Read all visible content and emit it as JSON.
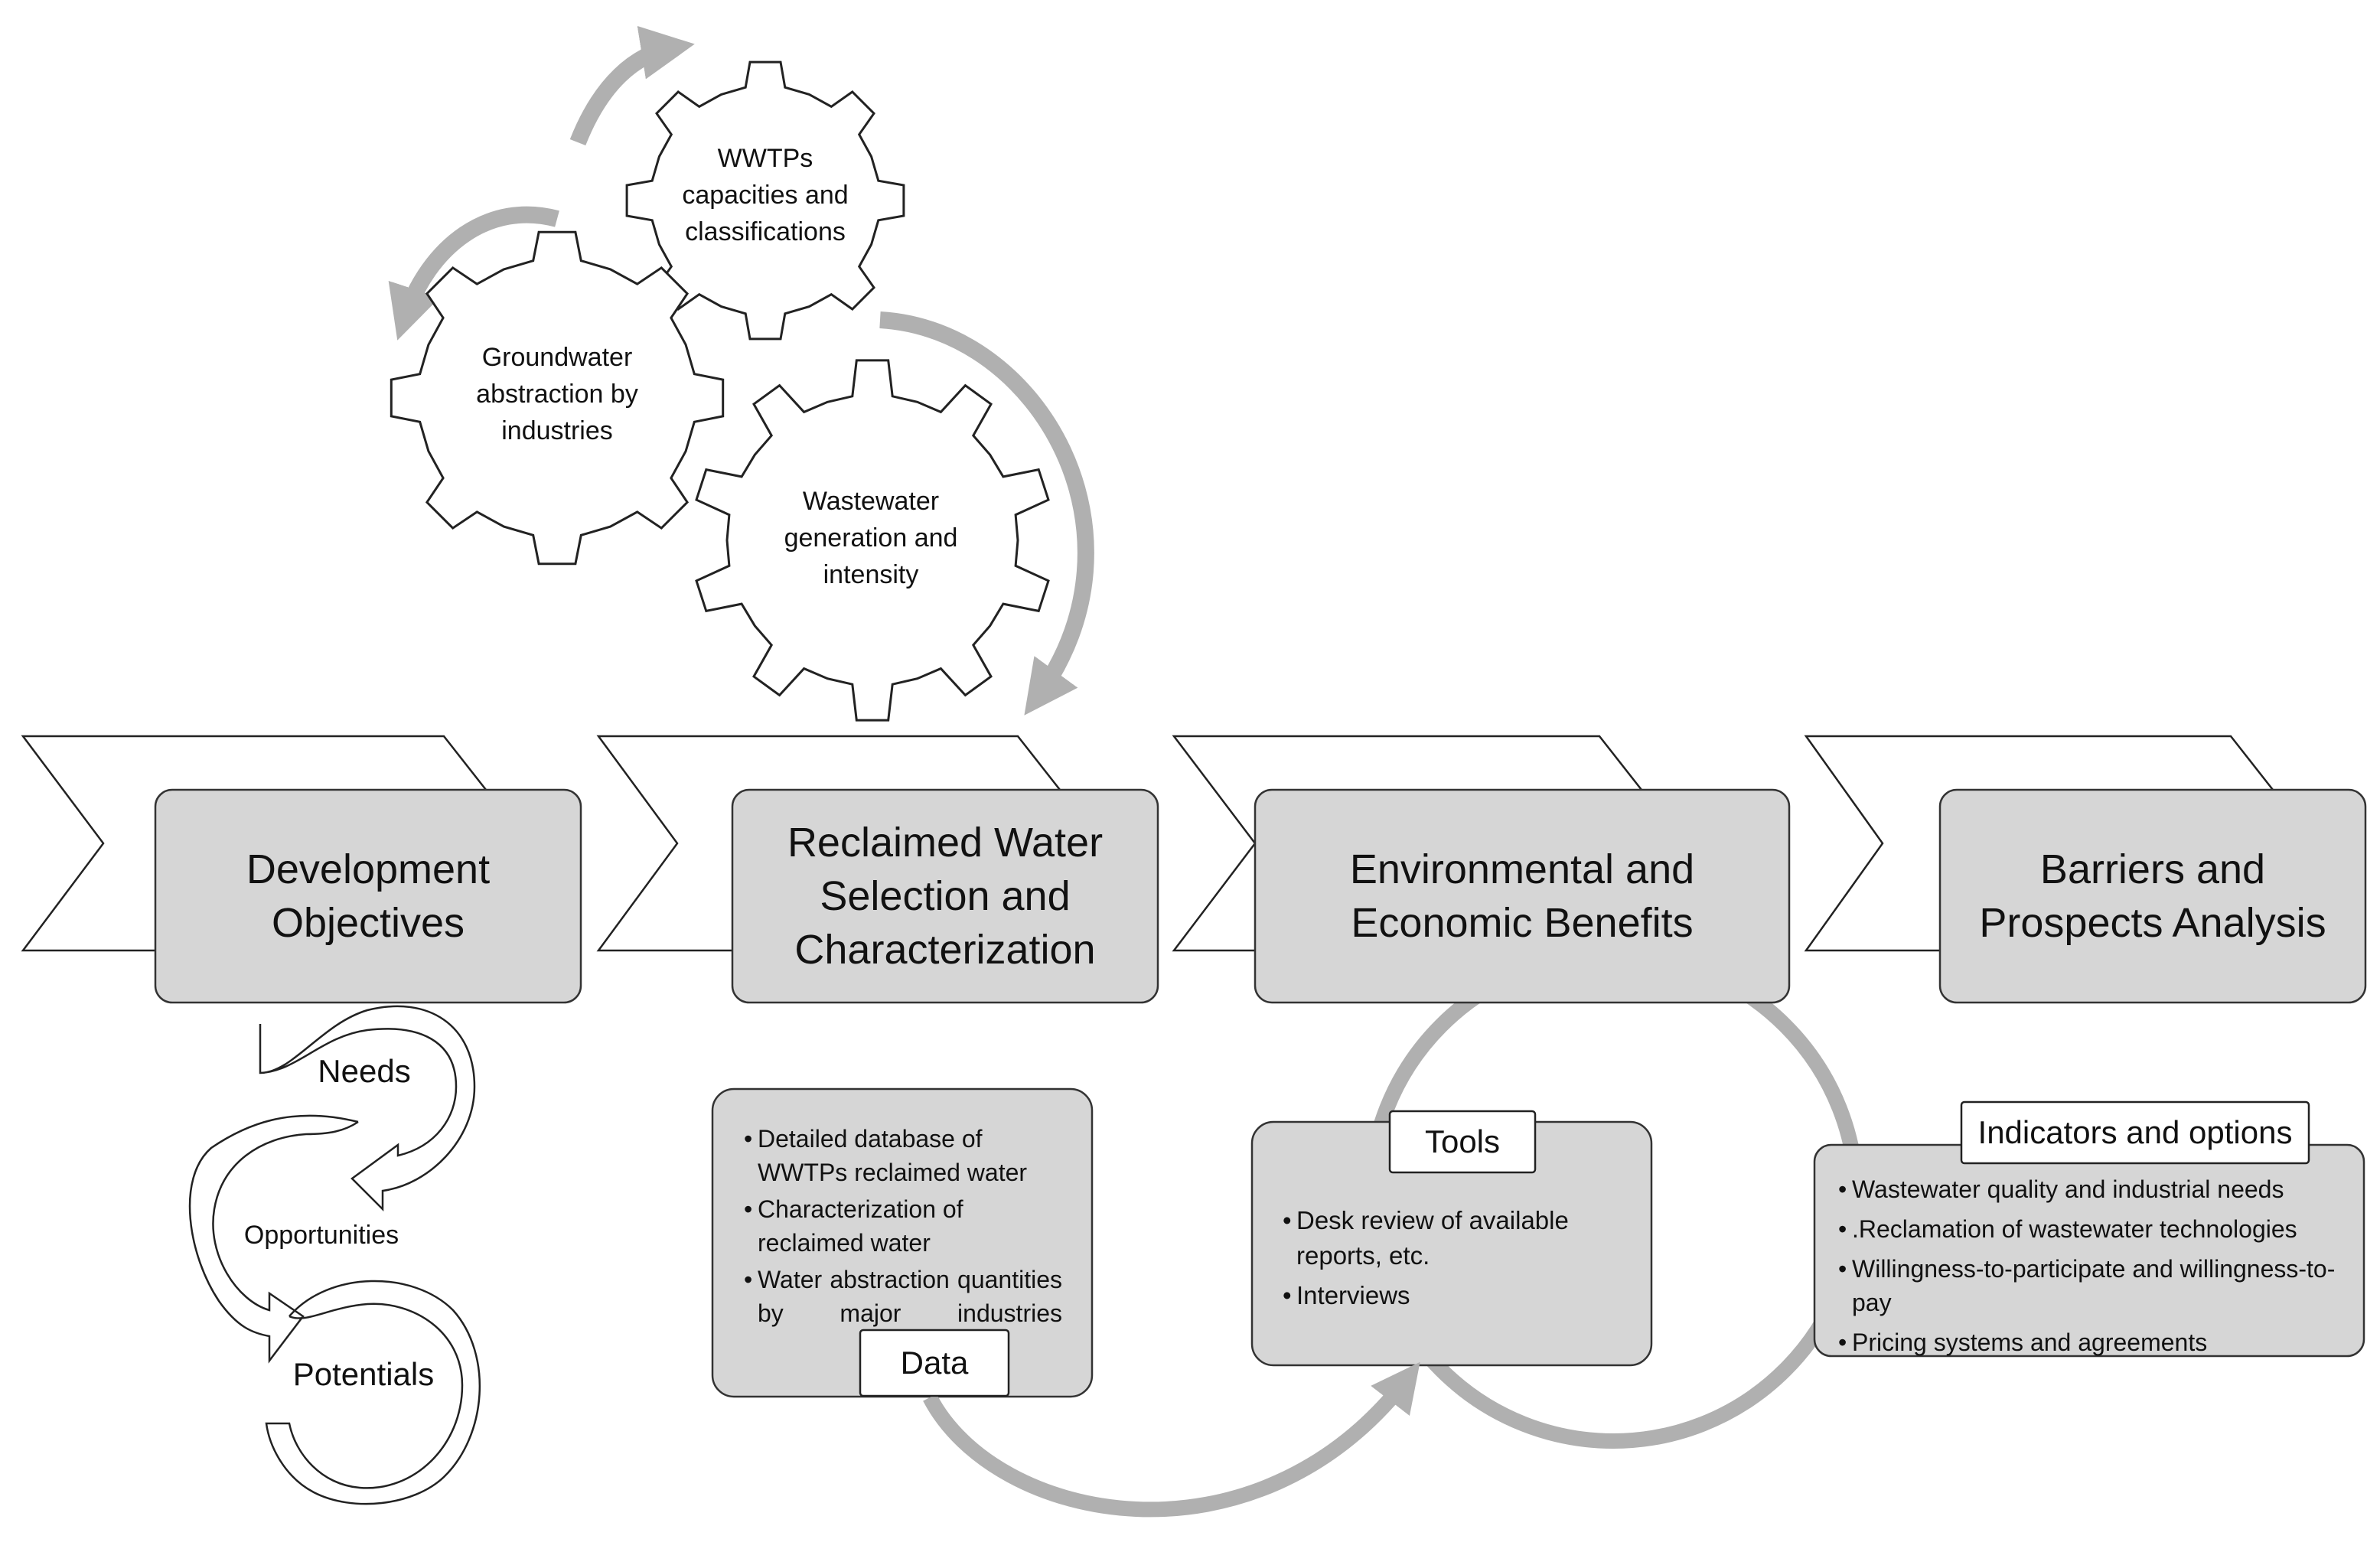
{
  "gears": {
    "wwtp": "WWTPs\ncapacities and\nclassifications",
    "groundwater": "Groundwater\nabstraction by\nindustries",
    "wastewater": "Wastewater\ngeneration and\nintensity"
  },
  "stages": {
    "s1": "Development\nObjectives",
    "s2": "Reclaimed Water\nSelection and\nCharacterization",
    "s3": "Environmental and\nEconomic Benefits",
    "s4": "Barriers and\nProspects Analysis"
  },
  "cycle": {
    "needs": "Needs",
    "opportunities": "Opportunities",
    "potentials": "Potentials"
  },
  "data_box": {
    "label": "Data",
    "items": [
      "Detailed database of WWTPs reclaimed water",
      "Characterization of reclaimed water",
      "Water abstraction quantities by major industries"
    ]
  },
  "tools_box": {
    "label": "Tools",
    "items": [
      "Desk review of available reports, etc.",
      "Interviews"
    ]
  },
  "indicators_box": {
    "label": "Indicators and options",
    "items": [
      "Wastewater quality and industrial needs",
      ".Reclamation of wastewater technologies",
      "Willingness-to-participate and willingness-to-pay",
      "Pricing systems and agreements"
    ]
  },
  "colors": {
    "box_fill": "#d6d6d6",
    "arrow_gray": "#b0b0b0",
    "stroke": "#333333"
  }
}
